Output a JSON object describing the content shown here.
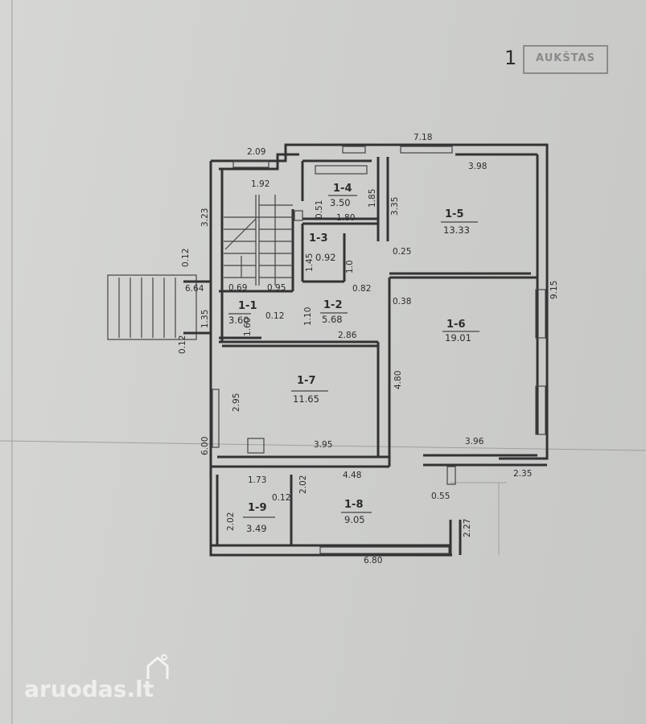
{
  "floor_number": "1",
  "stamp_text": "AUKŠTAS",
  "watermark": "aruodas.lt",
  "rooms": [
    {
      "id": "1-1",
      "area": "3.60"
    },
    {
      "id": "1-2",
      "area": "5.68"
    },
    {
      "id": "1-3",
      "area": "0.92"
    },
    {
      "id": "1-4",
      "area": "3.50"
    },
    {
      "id": "1-5",
      "area": "13.33"
    },
    {
      "id": "1-6",
      "area": "19.01"
    },
    {
      "id": "1-7",
      "area": "11.65"
    },
    {
      "id": "1-8",
      "area": "9.05"
    },
    {
      "id": "1-9",
      "area": "3.49"
    }
  ],
  "dimensions": [
    "2.09",
    "7.18",
    "1.92",
    "3.23",
    "1.85",
    "3.35",
    "0.51",
    "1.80",
    "3.98",
    "1.45",
    "1.0",
    "0.25",
    "0.12",
    "6.64",
    "0.69",
    "0.95",
    "0.82",
    "0.38",
    "9.15",
    "1.35",
    "0.12",
    "1.10",
    "1.60",
    "2.86",
    "0.12",
    "4.80",
    "2.95",
    "3.95",
    "3.96",
    "6.00",
    "2.35",
    "1.73",
    "0.12",
    "2.02",
    "4.48",
    "0.55",
    "2.02",
    "2.27",
    "6.80"
  ]
}
